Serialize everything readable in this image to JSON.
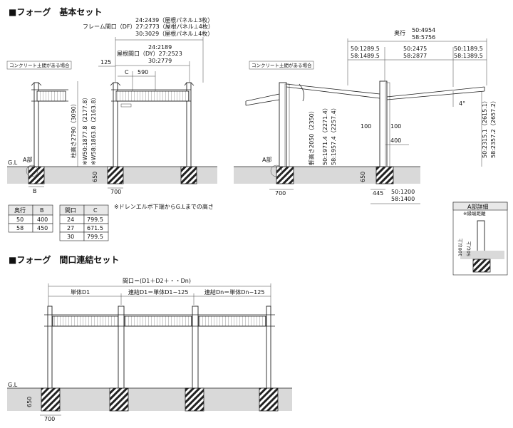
{
  "section1": {
    "title": "■フォーグ　基本セット",
    "frame_top1": "24:2439（屋根パネル⊥3枚）",
    "frame_label": "フレーム間口（DF）27:2773（屋根パネル⊥4枚）",
    "frame_top3": "30:3029（屋根パネル⊥4枚）",
    "dy1": "24:2189",
    "dy_label": "屋根間口（DY）27:2523",
    "dy3": "30:2779",
    "dim125": "125",
    "dimC": "C",
    "dim590": "590",
    "concrete_note": "コンクリート土間がある場合",
    "pillar_height": "柱高さ2790（3090）",
    "w50": "※W50:1877.8（2177.8）",
    "w58": "※W58:1863.8（2163.8）",
    "gl": "G.L",
    "a_part": "A部",
    "dimB": "B",
    "dim650": "650",
    "dim700": "700",
    "drain_note": "※ドレンエルボ下端からG.Lまでの高さ",
    "side_depth_label": "奥行",
    "side_d50": "50:4954",
    "side_d58": "58:5756",
    "side_a1": "50:1289.5",
    "side_a2": "50:2475",
    "side_a3": "50:1189.5",
    "side_b1": "58:1489.5",
    "side_b2": "58:2877",
    "side_b3": "58:1389.5",
    "angle": "4°",
    "eave_height": "軒高さ2050（2350）",
    "h50": "50:1971.4（2271.4）",
    "h58": "58:1957.4（2257.4）",
    "d100a": "100",
    "d100b": "100",
    "d400": "400",
    "rh50": "50:2315.1（2615.1）",
    "rh58": "58:2357.2（2657.2）",
    "d650b": "650",
    "d700b": "700",
    "d445": "445",
    "d1200": "50:1200",
    "d1400": "58:1400"
  },
  "table_depth": {
    "headers": [
      "奥行",
      "B"
    ],
    "rows": [
      [
        "50",
        "400"
      ],
      [
        "58",
        "450"
      ]
    ]
  },
  "table_width": {
    "headers": [
      "間口",
      "C"
    ],
    "rows": [
      [
        "24",
        "799.5"
      ],
      [
        "27",
        "671.5"
      ],
      [
        "30",
        "799.5"
      ]
    ]
  },
  "detail": {
    "title": "A部詳細",
    "note": "※縁端距離",
    "d100": "100以上",
    "d50": "50以上"
  },
  "section2": {
    "title": "■フォーグ　間口連結セット",
    "total": "間口＝(D1＋D2＋・・Dn)",
    "unit1": "単体D1",
    "unit2": "連結D1＝単体D1−125",
    "unit3": "連結Dn＝単体Dn−125",
    "gl": "G.L",
    "d650": "650",
    "d700": "700"
  }
}
